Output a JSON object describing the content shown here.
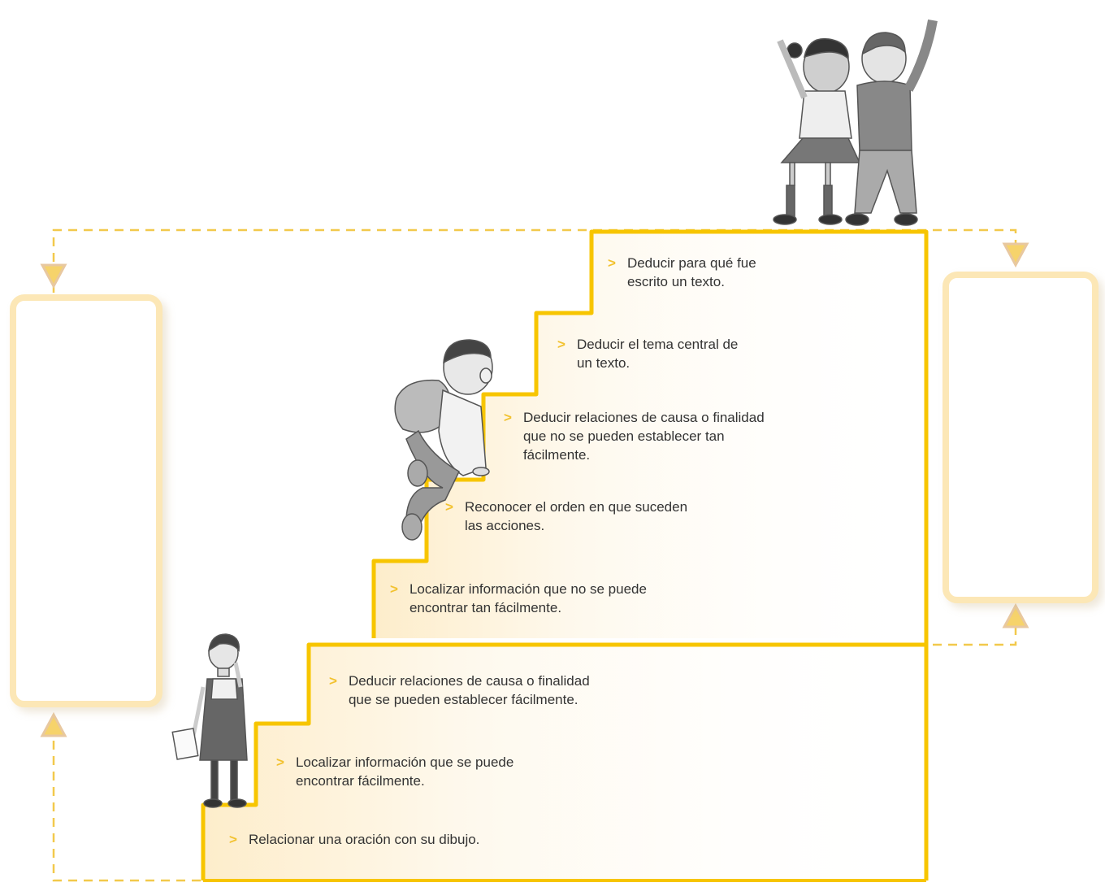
{
  "colors": {
    "stair_line": "#f7c500",
    "dashed_line": "#f2c94c",
    "box_border": "#fce7b6",
    "bullet": "#f2c230",
    "text": "#333333",
    "shading": "#fdecc8"
  },
  "bullet_symbol": ">",
  "steps": [
    {
      "lines": [
        "Relacionar una oración con su dibujo."
      ]
    },
    {
      "lines": [
        "Localizar información que se puede",
        "encontrar fácilmente."
      ]
    },
    {
      "lines": [
        "Deducir relaciones de causa o finalidad",
        "que se pueden establecer fácilmente."
      ]
    },
    {
      "lines": [
        "Localizar información que no se puede",
        "encontrar tan fácilmente."
      ]
    },
    {
      "lines": [
        "Reconocer el orden en que suceden",
        "las acciones."
      ]
    },
    {
      "lines": [
        "Deducir relaciones de causa o finalidad",
        "que no se pueden establecer tan",
        "fácilmente."
      ]
    },
    {
      "lines": [
        "Deducir el tema central de",
        "un texto."
      ]
    },
    {
      "lines": [
        "Deducir para qué fue",
        "escrito un texto."
      ]
    }
  ],
  "side_boxes": [
    {
      "side": "left",
      "content": ""
    },
    {
      "side": "right",
      "content": ""
    }
  ],
  "illustrations": [
    "girl-thinking-illustration",
    "boy-climbing-illustration",
    "children-celebrating-illustration"
  ],
  "arrow_icons": [
    "triangle-down-icon",
    "triangle-up-icon"
  ]
}
